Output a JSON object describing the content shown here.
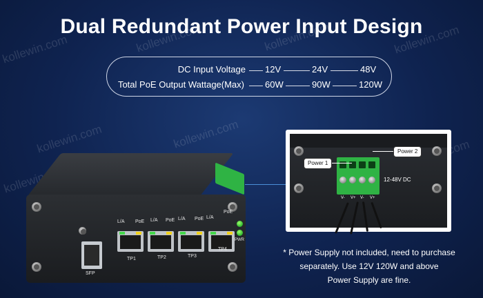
{
  "title": "Dual Redundant Power Input Design",
  "specs": {
    "voltage_label": "DC Input Voltage",
    "voltage_values": [
      "12V",
      "24V",
      "48V"
    ],
    "wattage_label": "Total PoE Output Wattage(Max)",
    "wattage_values": [
      "60W",
      "90W",
      "120W"
    ]
  },
  "watermark": "kollewin.com",
  "device": {
    "port_labels": [
      "TP1",
      "TP2",
      "TP3",
      "TP4"
    ],
    "led_labels": [
      "L/A",
      "PoE",
      "L/A",
      "PoE",
      "L/A",
      "PoE",
      "L/A",
      "PoE"
    ],
    "sfp_label": "SFP",
    "pwr_label": "PWR",
    "pwr_green": "#2eb82e",
    "led_green": "#44d94a",
    "led_yellow": "#f2d21a"
  },
  "inset": {
    "power1_label": "Power 1",
    "power2_label": "Power 2",
    "dc_label": "12-48V DC",
    "polarity": [
      "V-",
      "V+",
      "V-",
      "V+"
    ]
  },
  "note": {
    "line1": "* Power Supply not included, need to purchase",
    "line2": "separately. Use 12V 120W and above",
    "line3": "Power Supply are fine."
  }
}
